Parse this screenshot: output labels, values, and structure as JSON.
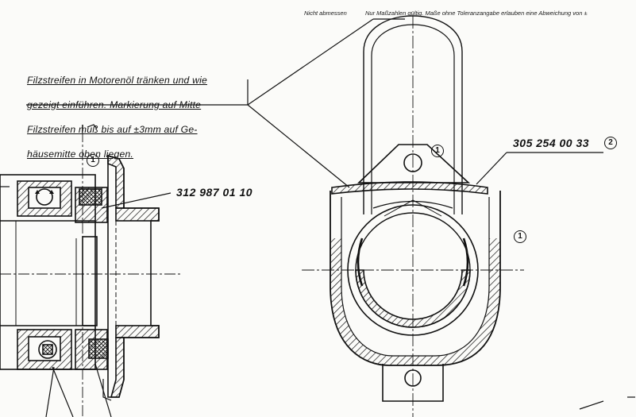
{
  "header": {
    "left_text": "Nicht abmessen",
    "right_text": "Nur Maßzahlen gültig. Maße ohne Toleranzangabe erlauben eine Abweichung von ±"
  },
  "note": {
    "lines": [
      "Filzstreifen in Motorenöl tränken und wie",
      "gezeigt einführen. Markierung auf Mitte",
      "Filzstreifen muß bis auf ±3mm auf Ge-",
      "häusemitte oben liegen."
    ]
  },
  "part_numbers": {
    "left": "312 987 01 10",
    "right": "305 254 00 33"
  },
  "callouts": {
    "one": "1",
    "two": "2"
  },
  "colors": {
    "line": "#111111",
    "paper": "#fbfbf9"
  }
}
